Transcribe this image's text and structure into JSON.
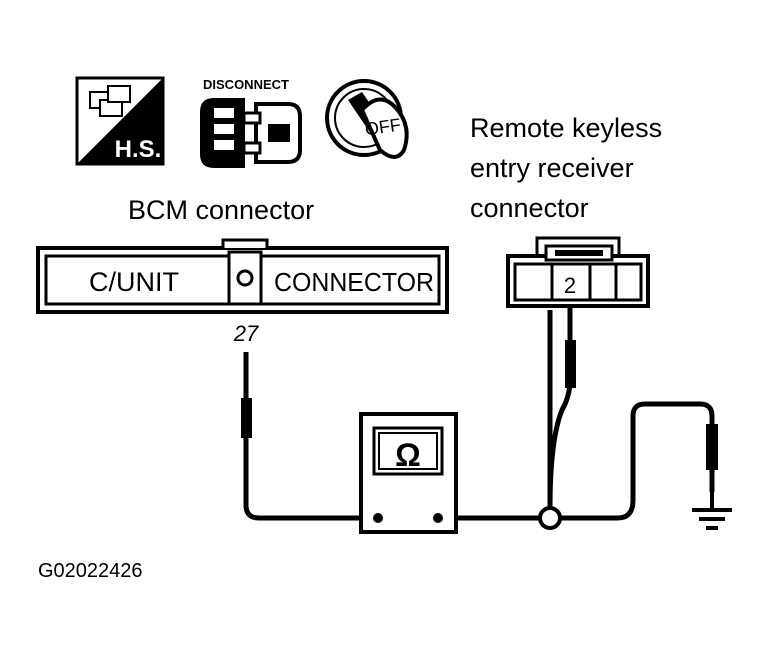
{
  "icons": {
    "harness_icon_label": "H.S.",
    "disconnect_label": "DISCONNECT",
    "ignition_key_label": "OFF"
  },
  "bcm_connector": {
    "title": "BCM connector",
    "left_label": "C/UNIT",
    "right_label": "CONNECTOR",
    "terminal": "27"
  },
  "receiver_connector": {
    "title_line1": "Remote keyless",
    "title_line2": "entry receiver",
    "title_line3": "connector",
    "terminal": "2"
  },
  "ohmmeter": {
    "symbol": "Ω",
    "icon": "ohmmeter-icon"
  },
  "ground": {
    "icon": "ground-icon"
  },
  "figure_id": "G02022426",
  "colors": {
    "ink": "#000000",
    "paper": "#ffffff"
  }
}
